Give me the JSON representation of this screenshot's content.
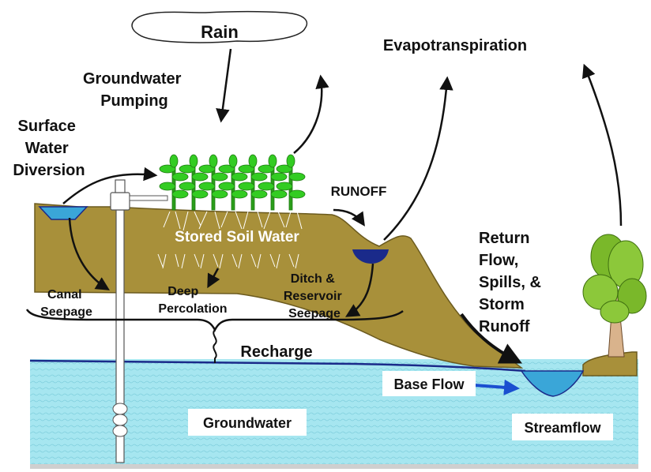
{
  "labels": {
    "rain": "Rain",
    "evapotranspiration": "Evapotranspiration",
    "groundwater_pumping_line1": "Groundwater",
    "groundwater_pumping_line2": "Pumping",
    "surface_water_line1": "Surface",
    "surface_water_line2": "Water",
    "surface_water_line3": "Diversion",
    "runoff": "RUNOFF",
    "stored_soil_water": "Stored Soil Water",
    "canal_seepage_line1": "Canal",
    "canal_seepage_line2": "Seepage",
    "deep_percolation_line1": "Deep",
    "deep_percolation_line2": "Percolation",
    "ditch_line1": "Ditch &",
    "ditch_line2": "Reservoir",
    "ditch_line3": "Seepage",
    "return_line1": "Return",
    "return_line2": "Flow,",
    "return_line3": "Spills, &",
    "return_line4": "Storm",
    "return_line5": "Runoff",
    "recharge": "Recharge",
    "base_flow": "Base Flow",
    "groundwater": "Groundwater",
    "streamflow": "Streamflow"
  },
  "colors": {
    "soil": "#a8903a",
    "soil_dark": "#6b5a1e",
    "groundwater": "#a6e6f0",
    "water_line": "#1a2a8a",
    "canal_water": "#3aa6d8",
    "reservoir_water": "#1a2a8a",
    "stream_water": "#3aa6d8",
    "crop_green": "#33cc22",
    "tree_green": "#7ab82a",
    "tree_trunk": "#d9b38c"
  }
}
